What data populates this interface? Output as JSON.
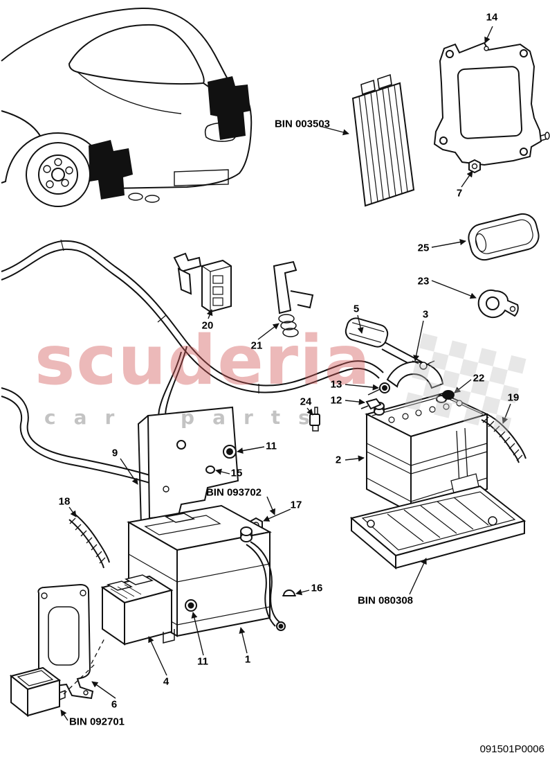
{
  "watermark": {
    "brand": "scuderia",
    "tagline": "car parts"
  },
  "footer": {
    "document_id": "091501P0006"
  },
  "callouts": [
    {
      "text": "14"
    },
    {
      "text": "BIN 003503"
    },
    {
      "text": "7"
    },
    {
      "text": "25"
    },
    {
      "text": "23"
    },
    {
      "text": "20"
    },
    {
      "text": "21"
    },
    {
      "text": "5"
    },
    {
      "text": "3"
    },
    {
      "text": "13"
    },
    {
      "text": "12"
    },
    {
      "text": "22"
    },
    {
      "text": "24"
    },
    {
      "text": "19"
    },
    {
      "text": "2"
    },
    {
      "text": "11"
    },
    {
      "text": "9"
    },
    {
      "text": "15"
    },
    {
      "text": "BIN 093702"
    },
    {
      "text": "17"
    },
    {
      "text": "18"
    },
    {
      "text": "16"
    },
    {
      "text": "BIN 080308"
    },
    {
      "text": "11"
    },
    {
      "text": "1"
    },
    {
      "text": "4"
    },
    {
      "text": "6"
    },
    {
      "text": "BIN 092701"
    }
  ]
}
